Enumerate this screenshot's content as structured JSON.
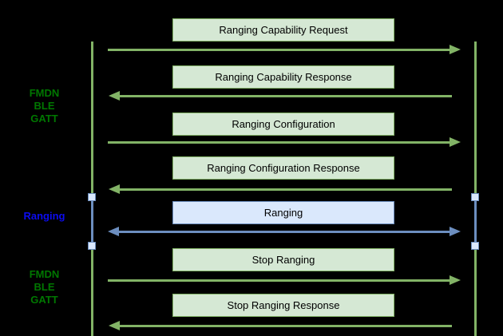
{
  "diagram_type": "sequence-diagram",
  "labels": {
    "fmdn_top": {
      "lines": [
        "FMDN",
        "BLE",
        "GATT"
      ],
      "color": "#007700"
    },
    "ranging": {
      "lines": [
        "Ranging"
      ],
      "color": "#0c0cf0"
    },
    "fmdn_bottom": {
      "lines": [
        "FMDN",
        "BLE",
        "GATT"
      ],
      "color": "#007700"
    }
  },
  "messages": [
    {
      "label": "Ranging Capability Request",
      "direction": "right",
      "theme": "green"
    },
    {
      "label": "Ranging Capability Response",
      "direction": "left",
      "theme": "green"
    },
    {
      "label": "Ranging Configuration",
      "direction": "right",
      "theme": "green"
    },
    {
      "label": "Ranging Configuration Response",
      "direction": "left",
      "theme": "green"
    },
    {
      "label": "Ranging",
      "direction": "both",
      "theme": "blue"
    },
    {
      "label": "Stop Ranging",
      "direction": "right",
      "theme": "green"
    },
    {
      "label": "Stop Ranging Response",
      "direction": "left",
      "theme": "green"
    }
  ],
  "colors": {
    "background": "#000000",
    "green_fill": "#d5e8d4",
    "green_stroke": "#82b366",
    "blue_fill": "#dae8fc",
    "blue_stroke": "#6c8ebf",
    "label_green": "#007700",
    "label_blue": "#0c0cf0",
    "box_text": "#000000"
  }
}
